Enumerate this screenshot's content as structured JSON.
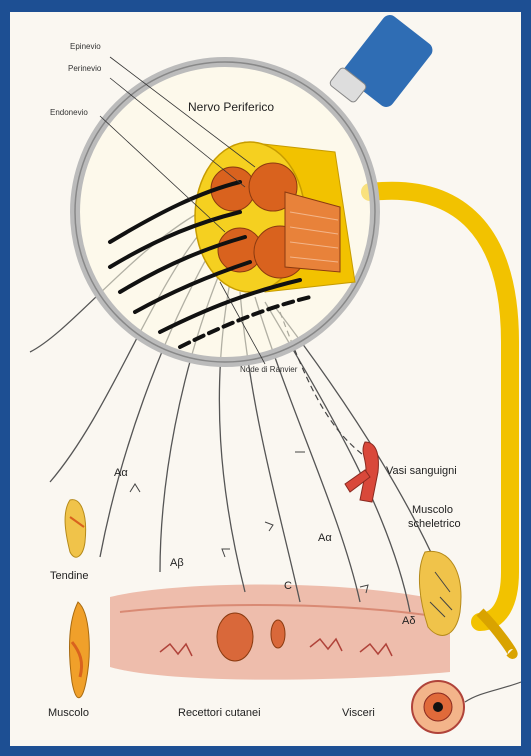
{
  "labels": {
    "epinevrio": "Epinevio",
    "perinevrio": "Perinevio",
    "endonevrio": "Endonevio",
    "nervo_periferico": "Nervo Periferico",
    "nodo_ranvier": "Node di Ranvier",
    "vasi_sanguigni": "Vasi sanguigni",
    "muscolo_scheletrico_1": "Muscolo",
    "muscolo_scheletrico_2": "scheletrico",
    "a_alpha_left": "Aα",
    "a_alpha_right": "Aα",
    "a_beta_left": "Aβ",
    "a_delta": "Aδ",
    "c_fiber": "C",
    "tendine": "Tendine",
    "muscolo": "Muscolo",
    "recettori_cutanei": "Recettori cutanei",
    "visceri": "Visceri"
  },
  "colors": {
    "border": "#1d4f93",
    "nerve_yellow": "#f2c200",
    "fascicle": "#d9621e",
    "skin": "#e8a68e",
    "lens_handle": "#2f6db4"
  }
}
